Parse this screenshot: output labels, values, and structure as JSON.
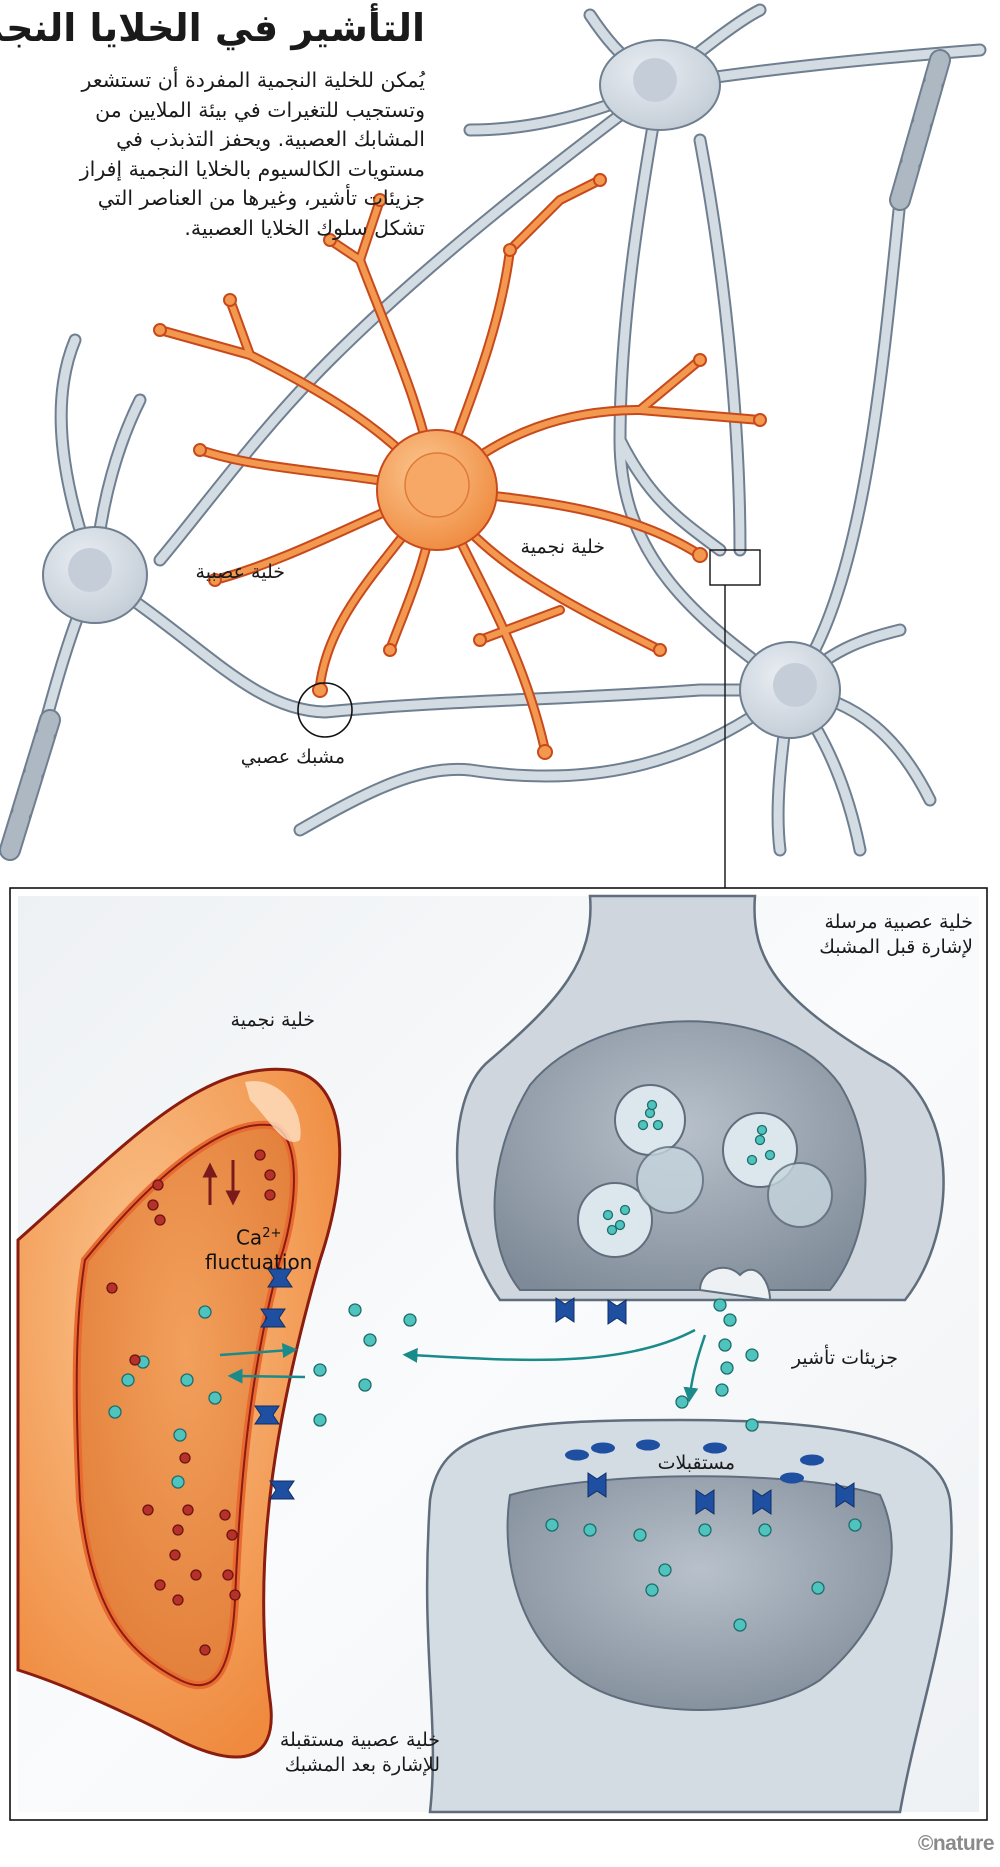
{
  "title": "التأشير في الخلايا النجمية",
  "intro_lines": [
    "يُمكن للخلية النجمية المفردة أن تستشعر",
    "وتستجيب للتغيرات في بيئة الملايين من",
    "المشابك العصبية. ويحفز التذبذب في",
    "مستويات الكالسيوم بالخلايا النجمية إفراز",
    "جزيئات تأشير، وغيرها من العناصر التي",
    "تشكل سلوك الخلايا العصبية."
  ],
  "overview": {
    "astrocyte_label": "خلية نجمية",
    "neuron_label": "خلية عصبية",
    "synapse_label": "مشبك عصبي"
  },
  "detail": {
    "presynaptic_label": [
      "خلية عصبية مرسلة",
      "لإشارة قبل المشبك"
    ],
    "astrocyte_label": "خلية نجمية",
    "calcium_ion": "Ca",
    "calcium_charge": "2+",
    "calcium_text": "fluctuation",
    "signalling_label": "جزيئات تأشير",
    "receptors_label": "مستقبلات",
    "postsynaptic_label": [
      "خلية عصبية مستقبلة",
      "للإشارة بعد المشبك"
    ]
  },
  "colors": {
    "astrocyte": "#f3994f",
    "astrocyte_outline": "#c84a1c",
    "neuron": "#d3dbe3",
    "neuron_outline": "#6f7f90",
    "signal_molecule": "#4fc3bd",
    "calcium": "#b5312a",
    "receptor": "#1f4fa0",
    "arrow": "#1a8a8a"
  },
  "credit": "©nature"
}
